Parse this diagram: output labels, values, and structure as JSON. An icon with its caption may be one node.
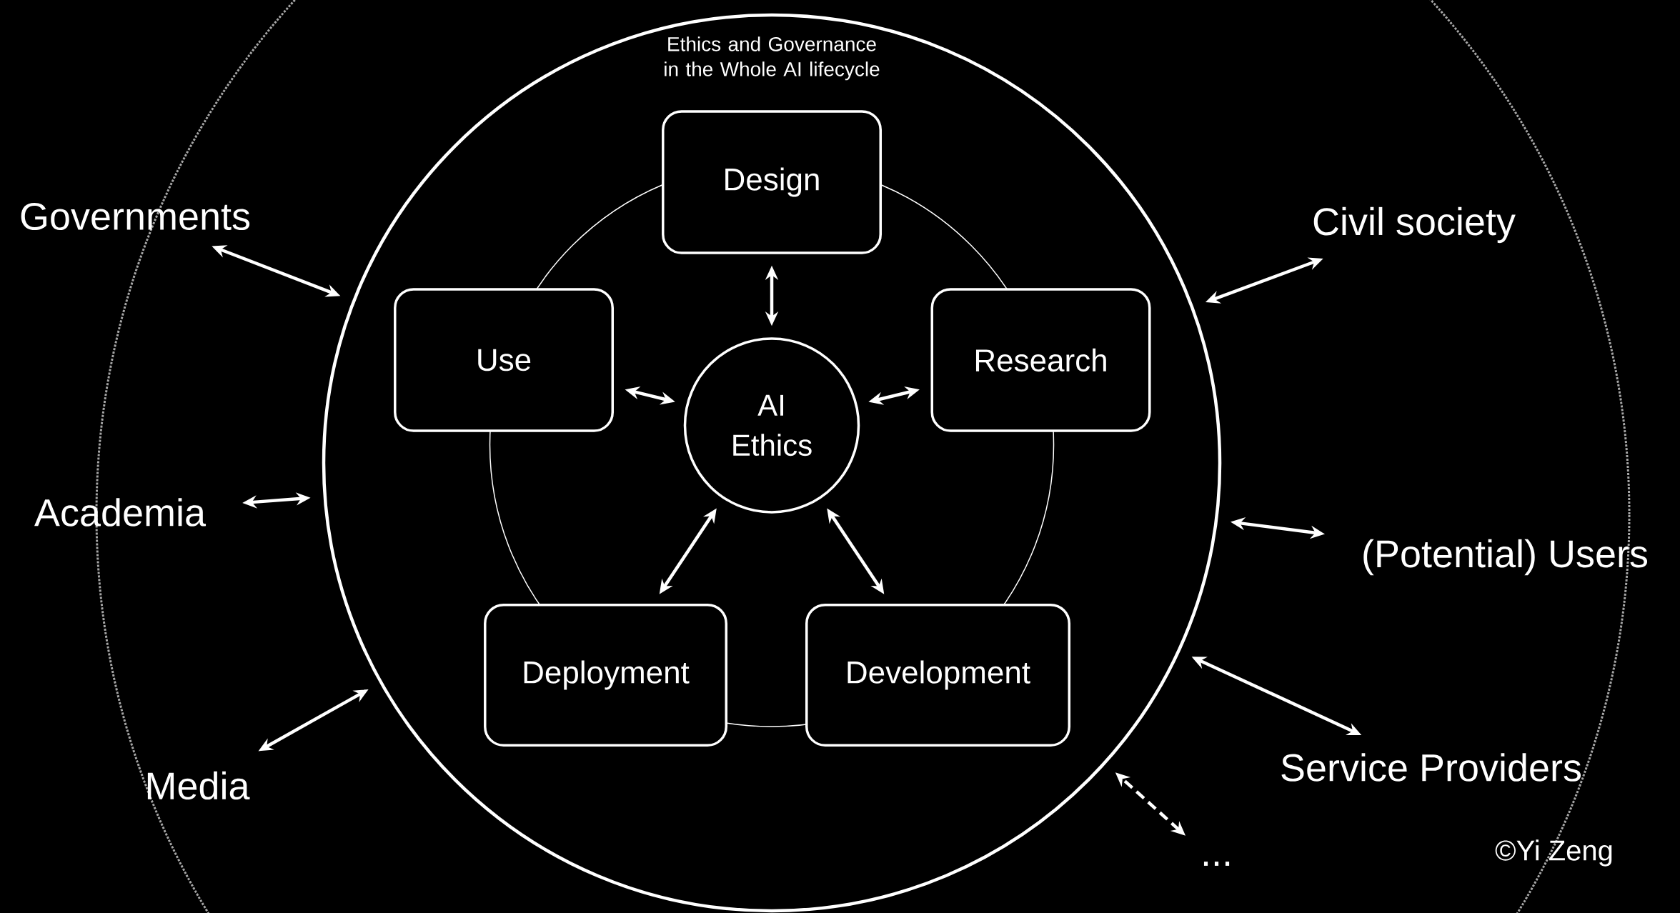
{
  "diagram": {
    "nodes": [
      {
        "text": [
          "Ethics and Governance in the Whole AI lifecycle"
        ]
      },
      {
        "text": [
          "Design"
        ],
        "in": 0
      },
      {
        "text": [
          "Use"
        ],
        "in": 0
      },
      {
        "text": [
          "Research"
        ],
        "in": 0
      },
      {
        "text": [
          "AI Ethics"
        ],
        "in": 0
      },
      {
        "text": [
          "Deployment"
        ],
        "in": 0
      },
      {
        "text": [
          "Development"
        ],
        "in": 0
      },
      {
        "text": [
          "Governments"
        ]
      },
      {
        "text": [
          "Civil society"
        ]
      },
      {
        "text": [
          "Academia"
        ]
      },
      {
        "text": [
          "(Potential) Users"
        ]
      },
      {
        "text": [
          "Media"
        ]
      },
      {
        "text": [
          "Service Providers"
        ]
      },
      {
        "text": [
          "..."
        ]
      }
    ],
    "edges": [
      {
        "from": 4,
        "to": 1,
        "arrow": "both"
      },
      {
        "from": 4,
        "to": 2,
        "arrow": "both"
      },
      {
        "from": 4,
        "to": 3,
        "arrow": "both"
      },
      {
        "from": 4,
        "to": 5,
        "arrow": "both"
      },
      {
        "from": 4,
        "to": 6,
        "arrow": "both"
      },
      {
        "from": 7,
        "to": 0,
        "arrow": "both"
      },
      {
        "from": 8,
        "to": 0,
        "arrow": "both"
      },
      {
        "from": 9,
        "to": 0,
        "arrow": "both"
      },
      {
        "from": 10,
        "to": 0,
        "arrow": "both"
      },
      {
        "from": 11,
        "to": 0,
        "arrow": "both"
      },
      {
        "from": 12,
        "to": 0,
        "arrow": "both"
      },
      {
        "from": 13,
        "to": 0,
        "arrow": "both",
        "style": "dashed"
      }
    ],
    "labels": [
      "©Yi Zeng"
    ]
  }
}
